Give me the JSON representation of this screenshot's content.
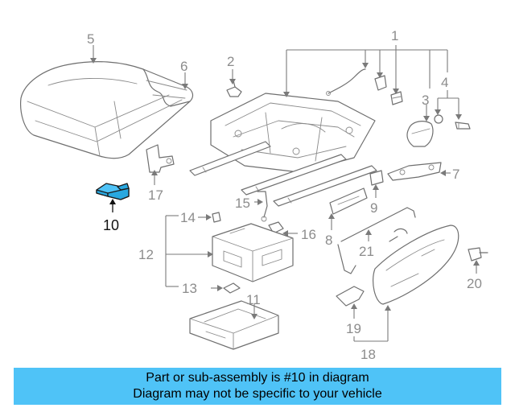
{
  "callouts": {
    "c1": "1",
    "c2": "2",
    "c3": "3",
    "c4": "4",
    "c5": "5",
    "c6": "6",
    "c7": "7",
    "c8": "8",
    "c9": "9",
    "c10": "10",
    "c11": "11",
    "c12": "12",
    "c13": "13",
    "c14": "14",
    "c15": "15",
    "c16": "16",
    "c17": "17",
    "c18": "18",
    "c19": "19",
    "c20": "20",
    "c21": "21"
  },
  "highlighted_part": "10",
  "colors": {
    "highlight": "#4fc3f7",
    "banner": "#4fc3f7",
    "line": "#6f6f6f",
    "callout_text": "#8c8c8c"
  },
  "banner": {
    "line1": "Part or sub-assembly is #10 in diagram",
    "line2": "Diagram may not be specific to your vehicle"
  }
}
